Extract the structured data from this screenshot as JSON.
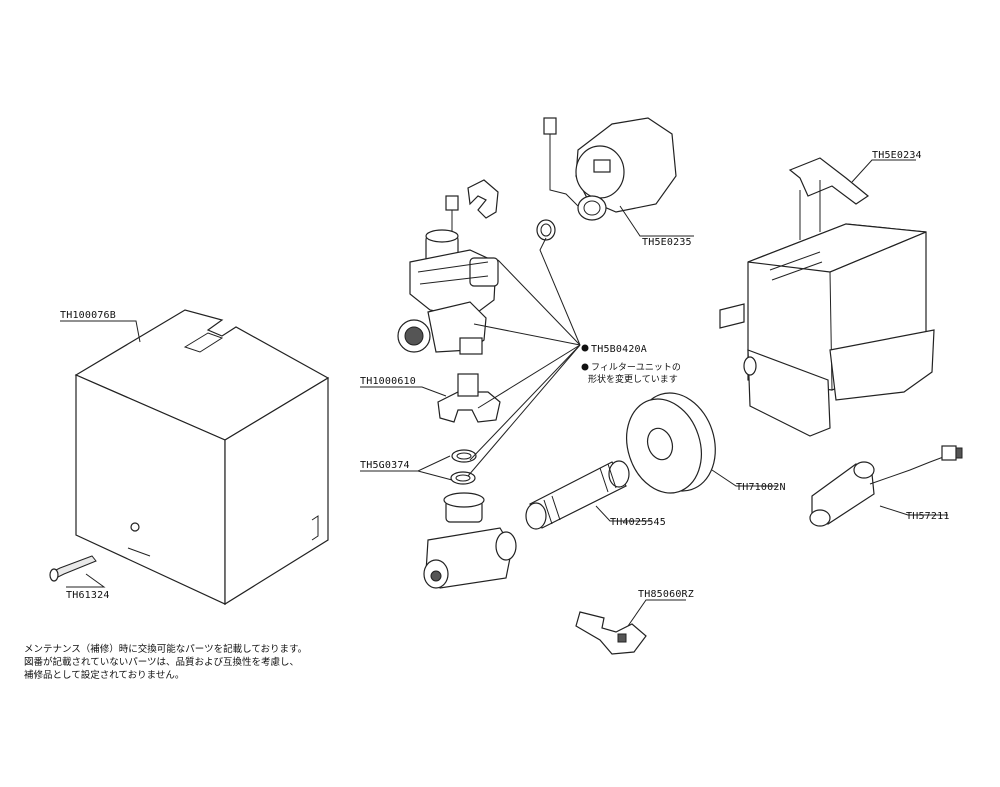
{
  "parts": {
    "cover": "TH100076B",
    "screw": "TH61324",
    "valve_unit": "TH1000610",
    "gasket": "TH5G0374",
    "filter": "TH5B0420A",
    "filter_note_line1": "フィルターユニットの",
    "filter_note_line2": "形状を変更しています",
    "generator": "TH5E0235",
    "controller": "TH5E0234",
    "flange": "TH71002N",
    "pipe": "TH4025545",
    "sensor": "TH57211",
    "key": "TH85060RZ"
  },
  "notes": [
    "メンテナンス（補修）時に交換可能なパーツを記載しております。",
    "図番が記載されていないパーツは、品質および互換性を考慮し、",
    "補修品として設定されておりません。"
  ]
}
